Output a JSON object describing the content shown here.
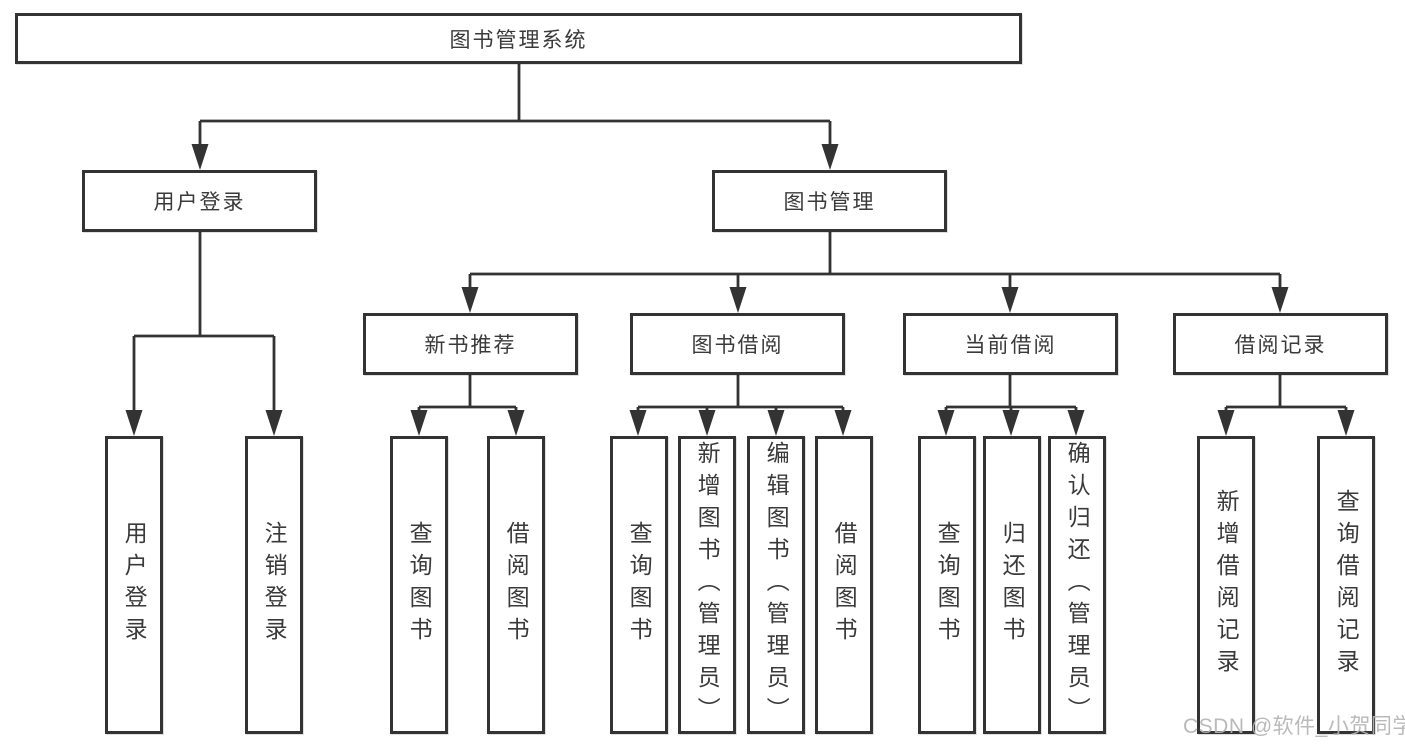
{
  "diagram": {
    "type": "tree",
    "root": {
      "label": "图书管理系统"
    },
    "level2": [
      {
        "id": "user-login",
        "label": "用户登录",
        "parent": "图书管理系统"
      },
      {
        "id": "book-management",
        "label": "图书管理",
        "parent": "图书管理系统"
      }
    ],
    "level3": [
      {
        "id": "new-book-recommend",
        "label": "新书推荐",
        "parent": "图书管理"
      },
      {
        "id": "book-borrowing",
        "label": "图书借阅",
        "parent": "图书管理"
      },
      {
        "id": "current-borrowing",
        "label": "当前借阅",
        "parent": "图书管理"
      },
      {
        "id": "borrow-records",
        "label": "借阅记录",
        "parent": "图书管理"
      }
    ],
    "leaves": [
      {
        "label": "用户登录",
        "parent": "用户登录"
      },
      {
        "label": "注销登录",
        "parent": "用户登录"
      },
      {
        "label": "查询图书",
        "parent": "新书推荐"
      },
      {
        "label": "借阅图书",
        "parent": "新书推荐"
      },
      {
        "label": "查询图书",
        "parent": "图书借阅"
      },
      {
        "label": "新增图书（管理员）",
        "parent": "图书借阅"
      },
      {
        "label": "编辑图书（管理员）",
        "parent": "图书借阅"
      },
      {
        "label": "借阅图书",
        "parent": "图书借阅"
      },
      {
        "label": "查询图书",
        "parent": "当前借阅"
      },
      {
        "label": "归还图书",
        "parent": "当前借阅"
      },
      {
        "label": "确认归还（管理员）",
        "parent": "当前借阅"
      },
      {
        "label": "新增借阅记录",
        "parent": "借阅记录"
      },
      {
        "label": "查询借阅记录",
        "parent": "借阅记录"
      }
    ],
    "watermark": "CSDN @软件_小贺同学",
    "colors": {
      "line": "#333333",
      "box_border": "#333333",
      "text": "#3a3a3a",
      "background": "#ffffff",
      "watermark": "#b4b4b4"
    }
  }
}
